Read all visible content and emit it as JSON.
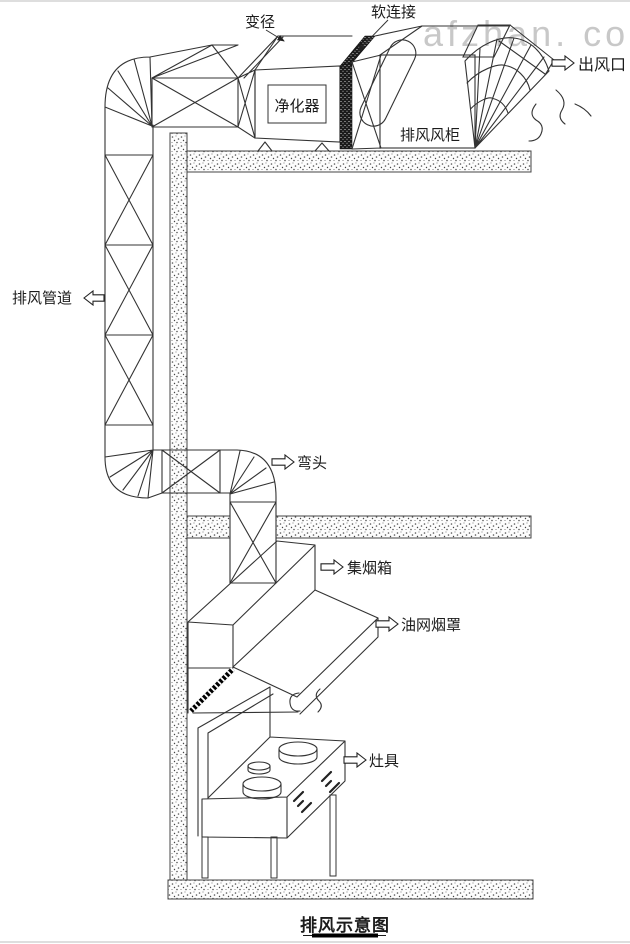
{
  "diagram": {
    "title": "排风示意图",
    "watermark": "afzhan. com",
    "labels": {
      "reducer": "变径",
      "soft_connection": "软连接",
      "air_outlet": "出风口",
      "purifier": "净化器",
      "fan_cabinet": "排风风柜",
      "exhaust_duct": "排风管道",
      "elbow": "弯头",
      "smoke_collection_box": "集烟箱",
      "oil_mesh_hood": "油网烟罩",
      "stove": "灶具"
    },
    "colors": {
      "line": "#333333",
      "watermark": "#c8c8c8",
      "background": "#ffffff"
    }
  }
}
